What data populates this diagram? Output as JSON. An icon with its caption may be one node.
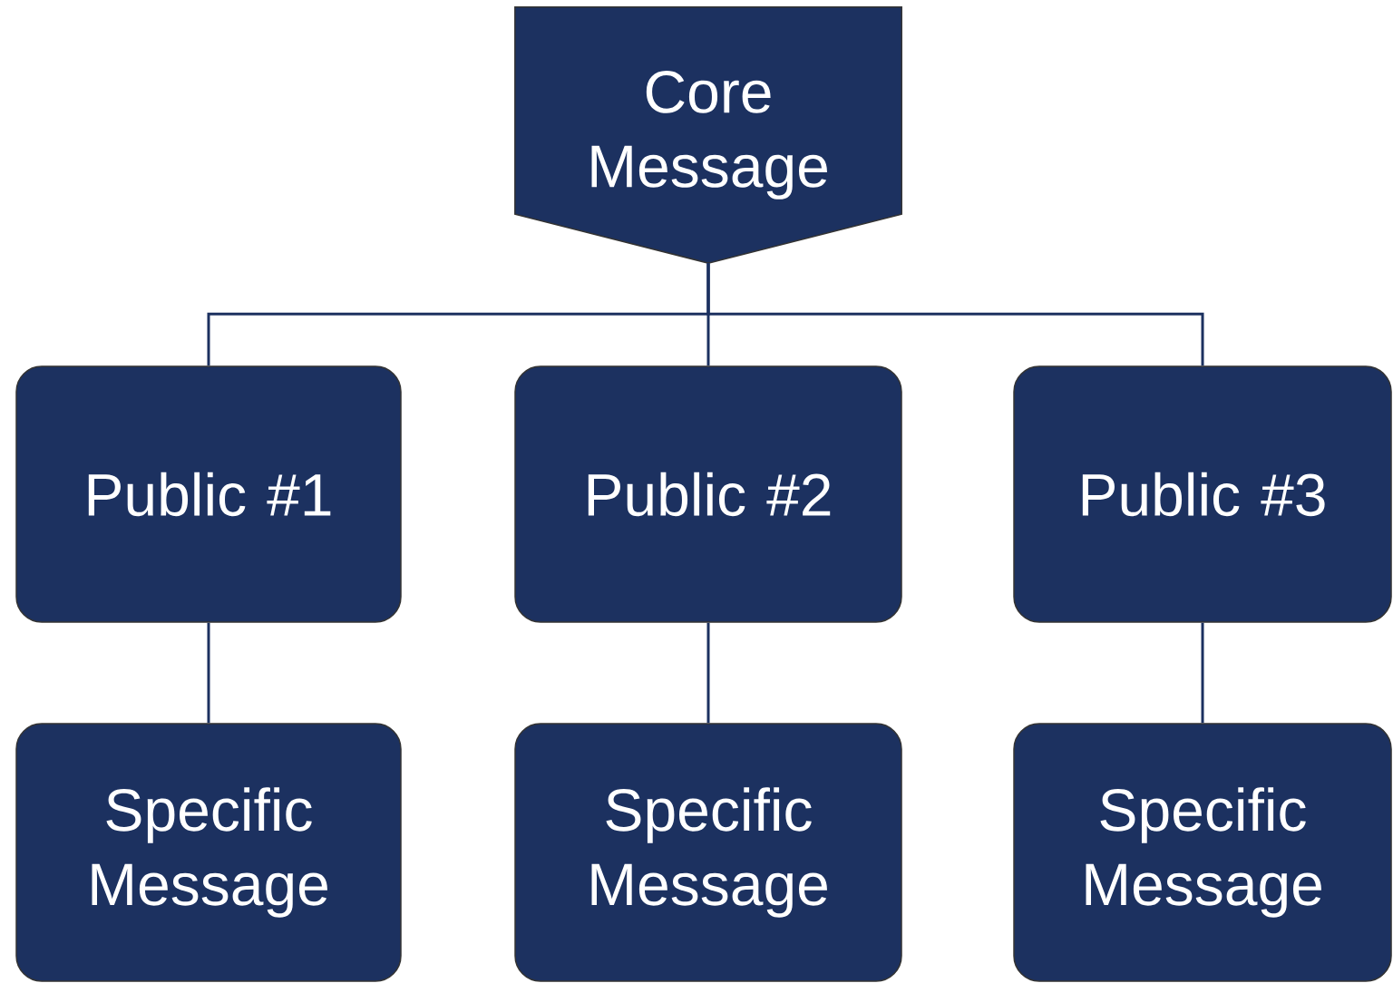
{
  "diagram": {
    "nodes": [
      {
        "text": [
          "Core Message"
        ]
      },
      {
        "text": [
          "Public #1"
        ]
      },
      {
        "text": [
          "Public #2"
        ]
      },
      {
        "text": [
          "Public #3"
        ]
      },
      {
        "text": [
          "Specific Message"
        ]
      },
      {
        "text": [
          "Specific Message"
        ]
      },
      {
        "text": [
          "Specific Message"
        ]
      }
    ],
    "edges": [
      {
        "from": 0,
        "to": 1,
        "arrow": "none"
      },
      {
        "from": 0,
        "to": 2,
        "arrow": "none"
      },
      {
        "from": 0,
        "to": 3,
        "arrow": "none"
      },
      {
        "from": 1,
        "to": 4,
        "arrow": "none"
      },
      {
        "from": 2,
        "to": 5,
        "arrow": "none"
      },
      {
        "from": 3,
        "to": 6,
        "arrow": "none"
      }
    ]
  }
}
